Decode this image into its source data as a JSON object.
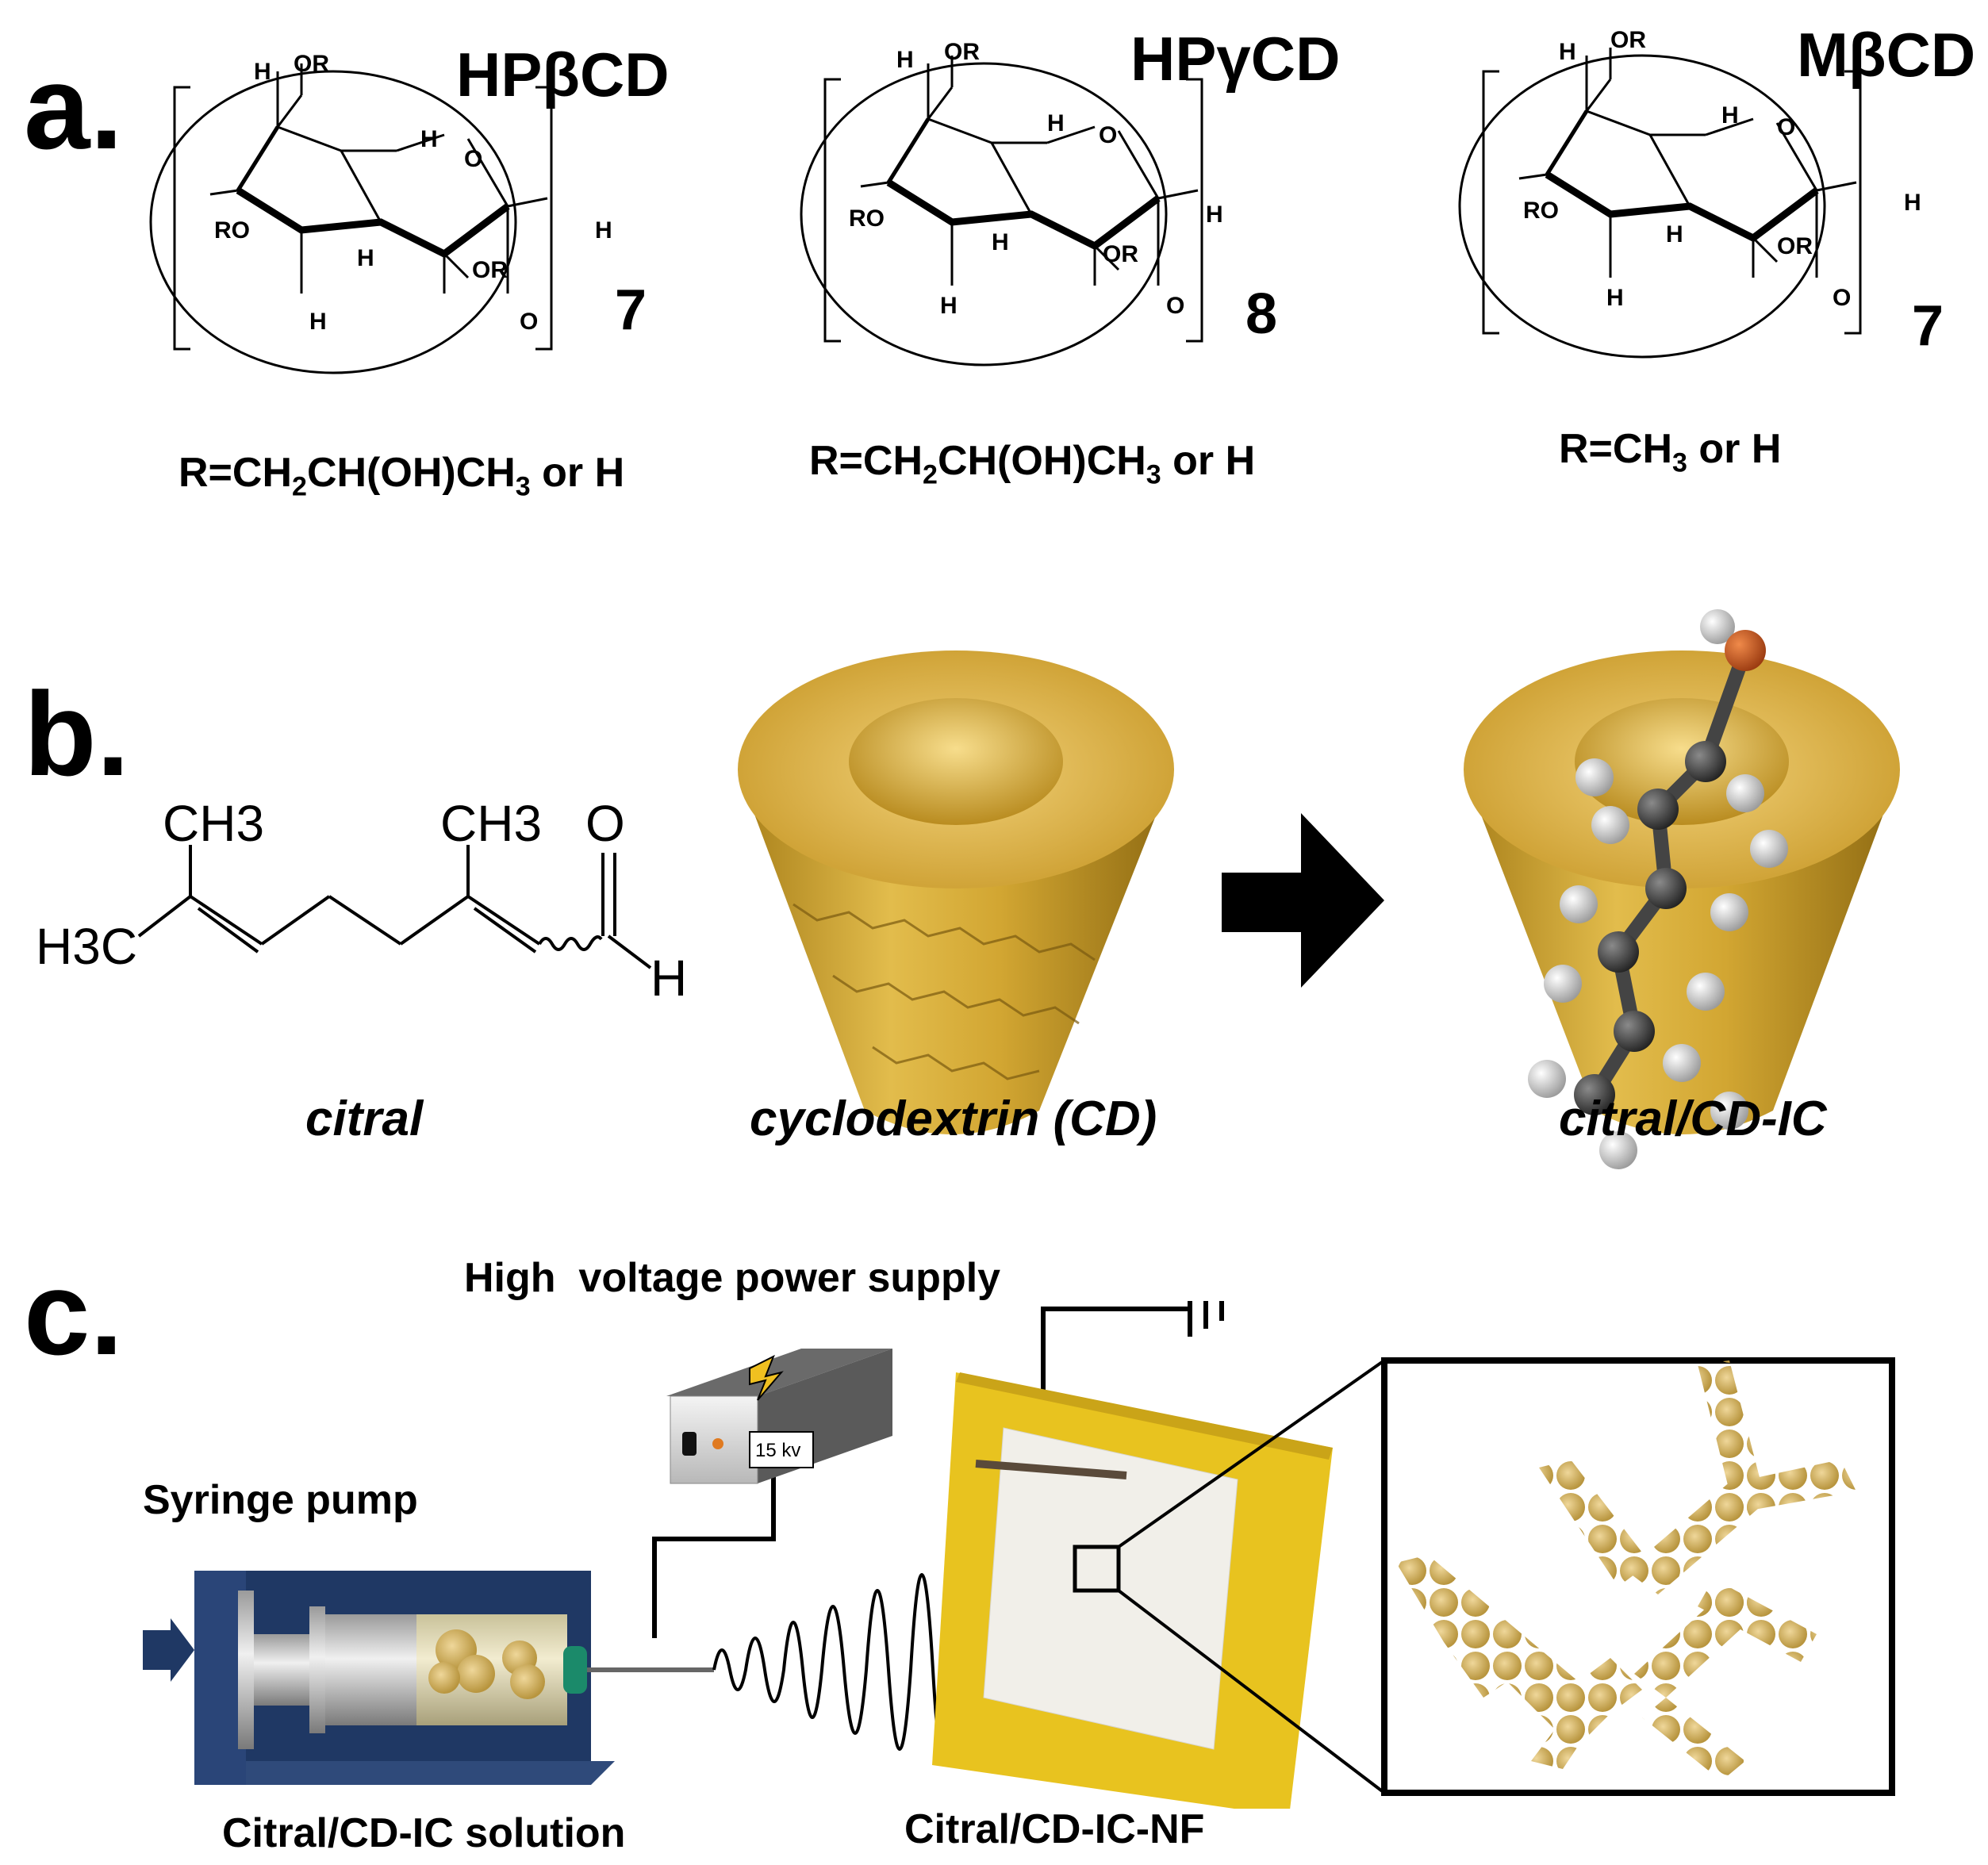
{
  "panel_a": {
    "letter": "a.",
    "structures": [
      {
        "name": "HPβCD",
        "repeat": "7",
        "r_label": {
          "pre": "R=CH",
          "s1": "2",
          "mid": "CH(OH)CH",
          "s2": "3",
          "post": " or H"
        }
      },
      {
        "name": "HPγCD",
        "repeat": "8",
        "r_label": {
          "pre": "R=CH",
          "s1": "2",
          "mid": "CH(OH)CH",
          "s2": "3",
          "post": " or H"
        }
      },
      {
        "name": "MβCD",
        "repeat": "7",
        "r_label": {
          "pre": "R=CH",
          "s1": "3",
          "mid": " or H",
          "s2": "",
          "post": ""
        }
      }
    ],
    "atom_labels": {
      "h": "H",
      "o": "O",
      "or": "OR",
      "ro": "RO"
    }
  },
  "panel_b": {
    "letter": "b.",
    "citral_atoms": {
      "ch3": "CH3",
      "h3c": "H3C",
      "o": "O",
      "h": "H"
    },
    "labels": {
      "citral": "citral",
      "cd": "cyclodextrin (CD)",
      "ic": "citral/CD-IC"
    }
  },
  "panel_c": {
    "letter": "c.",
    "labels": {
      "power_supply": "High  voltage power supply",
      "voltage_display": "15 kv",
      "syringe_pump": "Syringe pump",
      "solution": "Citral/CD-IC solution",
      "nanofiber": "Citral/CD-IC-NF"
    }
  },
  "colors": {
    "gold": "#d4a82c",
    "gold_light": "#e8c25a",
    "navy": "#1f3864",
    "yellow": "#e8c31f",
    "sem_gray": "#c9c7c3"
  }
}
